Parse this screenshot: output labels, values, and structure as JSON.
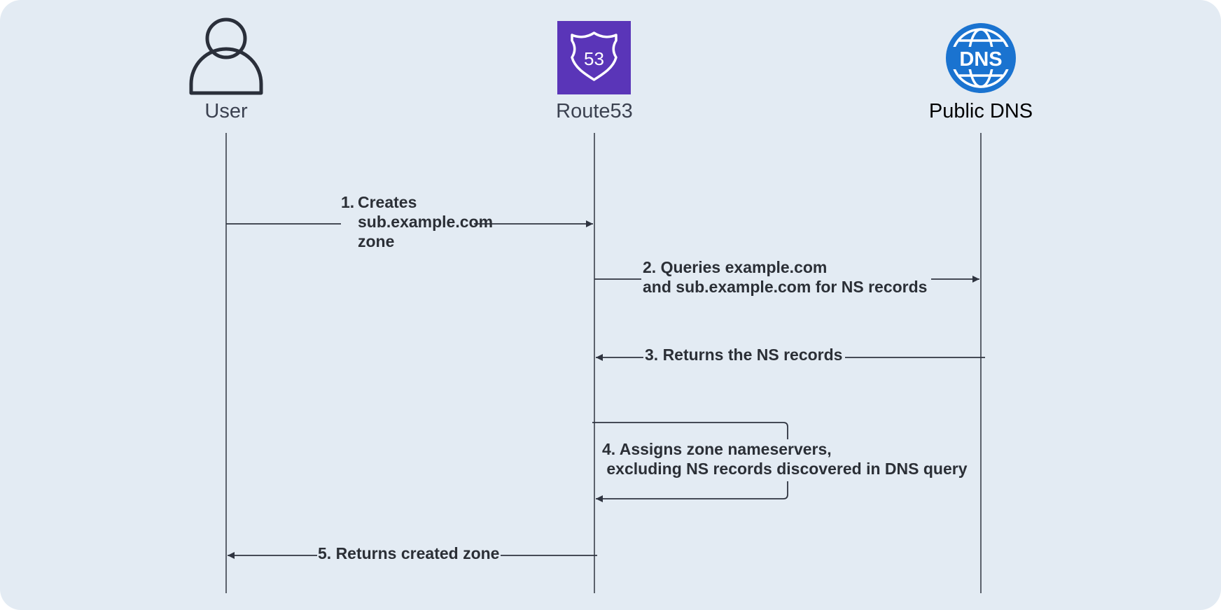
{
  "actors": {
    "user": {
      "label": "User",
      "icon": "user-icon"
    },
    "route53": {
      "label": "Route53",
      "icon": "route53-shield-icon",
      "badge": "53",
      "color": "#5a35b8"
    },
    "dns": {
      "label": "Public DNS",
      "icon": "dns-globe-icon",
      "badge": "DNS",
      "color": "#1a73d0"
    }
  },
  "messages": {
    "m1": {
      "num": "1.",
      "text": "Creates\nsub.example.com\nzone"
    },
    "m2": {
      "text": "2. Queries example.com\nand sub.example.com for NS records"
    },
    "m3": {
      "text": "3. Returns the NS records"
    },
    "m4": {
      "text": "4. Assigns zone nameservers,\n excluding NS records discovered in DNS query"
    },
    "m5": {
      "text": "5. Returns created zone"
    }
  },
  "colors": {
    "background": "#e3ebf3",
    "line": "#2f3440"
  }
}
